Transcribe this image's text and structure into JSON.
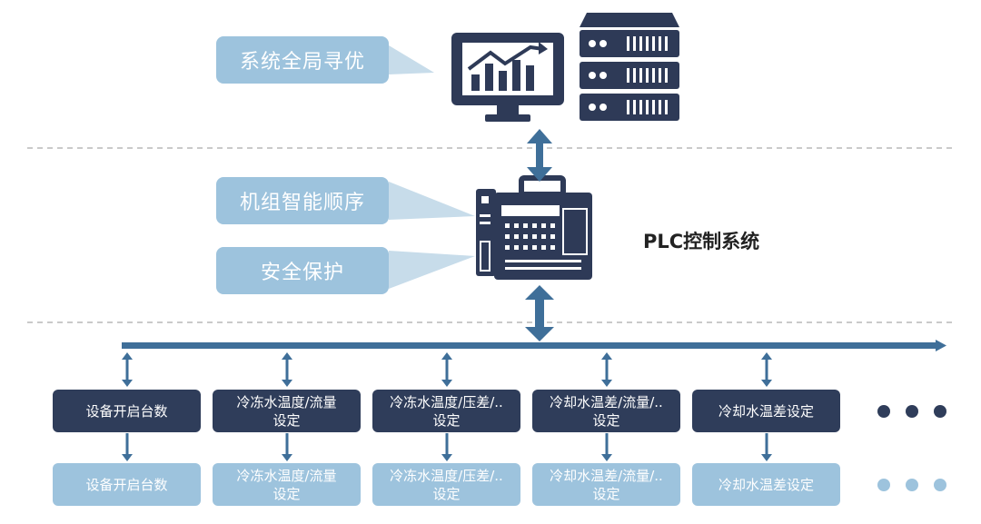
{
  "callouts": {
    "optimize": "系统全局寻优",
    "sequence": "机组智能顺序",
    "protection": "安全保护"
  },
  "plc_label": "PLC控制系统",
  "upper_nodes": [
    {
      "line1": "设备开启台数",
      "line2": ""
    },
    {
      "line1": "冷冻水温度/流量",
      "line2": "设定"
    },
    {
      "line1": "冷冻水温度/压差/..",
      "line2": "设定"
    },
    {
      "line1": "冷却水温差/流量/..",
      "line2": "设定"
    },
    {
      "line1": "冷却水温差设定",
      "line2": ""
    }
  ],
  "lower_nodes": [
    {
      "line1": "设备开启台数",
      "line2": ""
    },
    {
      "line1": "冷冻水温度/流量",
      "line2": "设定"
    },
    {
      "line1": "冷冻水温度/压差/..",
      "line2": "设定"
    },
    {
      "line1": "冷却水温差/流量/..",
      "line2": "设定"
    },
    {
      "line1": "冷却水温差设定",
      "line2": ""
    }
  ],
  "colors": {
    "dark_node": "#2f3d5a",
    "light_node": "#9dc3dd",
    "arrow": "#3f6f99",
    "device": "#2e3a57"
  },
  "icons": [
    "monitor-chart-icon",
    "server-rack-icon",
    "plc-controller-icon"
  ]
}
